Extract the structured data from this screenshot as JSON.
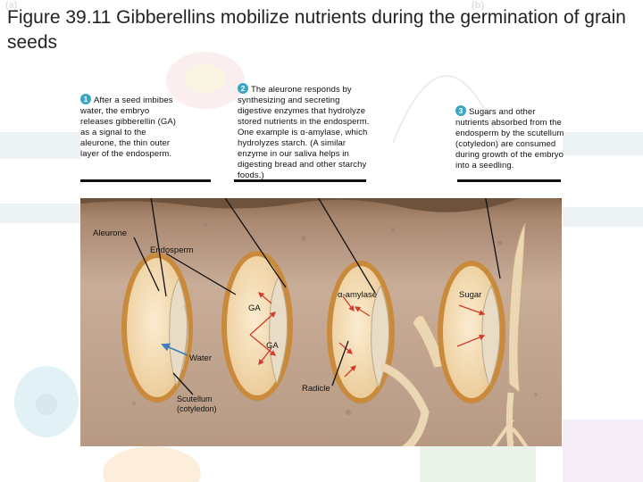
{
  "figure": {
    "title": "Figure 39.11 Gibberellins mobilize nutrients during the germination of grain seeds",
    "corner_labels": [
      "(a)",
      "(b)"
    ]
  },
  "steps": [
    {
      "number": "1",
      "text": "After a seed imbibes water, the embryo releases gibberellin (GA) as a signal to the aleurone, the thin outer layer of the endosperm."
    },
    {
      "number": "2",
      "text": "The aleurone responds by synthesizing and secreting digestive enzymes that hydrolyze stored nutrients in the endosperm. One example is α-amylase, which hydrolyzes starch. (A similar enzyme in our saliva helps in digesting bread and other starchy foods.)"
    },
    {
      "number": "3",
      "text": "Sugars and other nutrients absorbed from the endosperm by the scutellum (cotyledon) are consumed during growth of the embryo into a seedling."
    }
  ],
  "labels": {
    "aleurone": "Aleurone",
    "endosperm": "Endosperm",
    "ga_1": "GA",
    "ga_2": "GA",
    "water": "Water",
    "alpha_amylase": "α-amylase",
    "radicle": "Radicle",
    "scutellum": "Scutellum (cotyledon)",
    "sugar": "Sugar"
  },
  "colors": {
    "soil_top": "#8a6a4e",
    "soil_mid": "#bfa08a",
    "seed_coat": "#c98a3c",
    "endosperm": "#f1d9b0",
    "embryo": "#e9dcc6",
    "arrow_red": "#d23a2a",
    "arrow_blue": "#3a7fc0",
    "step_badge": "#3aa6c6"
  }
}
